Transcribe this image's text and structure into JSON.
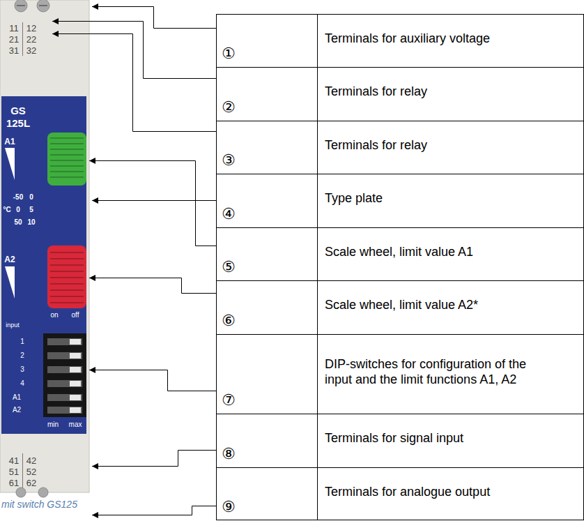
{
  "diagram": {
    "caption": "mit switch GS125",
    "labels": [
      "11",
      "12",
      "21",
      "22",
      "31",
      "32",
      "GS",
      "125L",
      "A1",
      "-50",
      "0",
      "°C",
      "0",
      "5",
      "50",
      "10",
      "A2",
      "on",
      "off",
      "input",
      "1",
      "2",
      "3",
      "4",
      "A1",
      "A2",
      "min",
      "max",
      "41",
      "42",
      "51",
      "52",
      "61",
      "62",
      "①",
      "Terminals for auxiliary voltage",
      "②",
      "Terminals for relay",
      "③",
      "Terminals for relay",
      "④",
      "Type plate",
      "⑤",
      "Scale wheel, limit value A1",
      "⑥",
      "Scale wheel, limit value A2*",
      "⑦",
      "DIP-switches for configuration of the input and the limit functions A1, A2",
      "⑧",
      "Terminals for signal input",
      "⑨",
      "Terminals for analogue output"
    ]
  }
}
